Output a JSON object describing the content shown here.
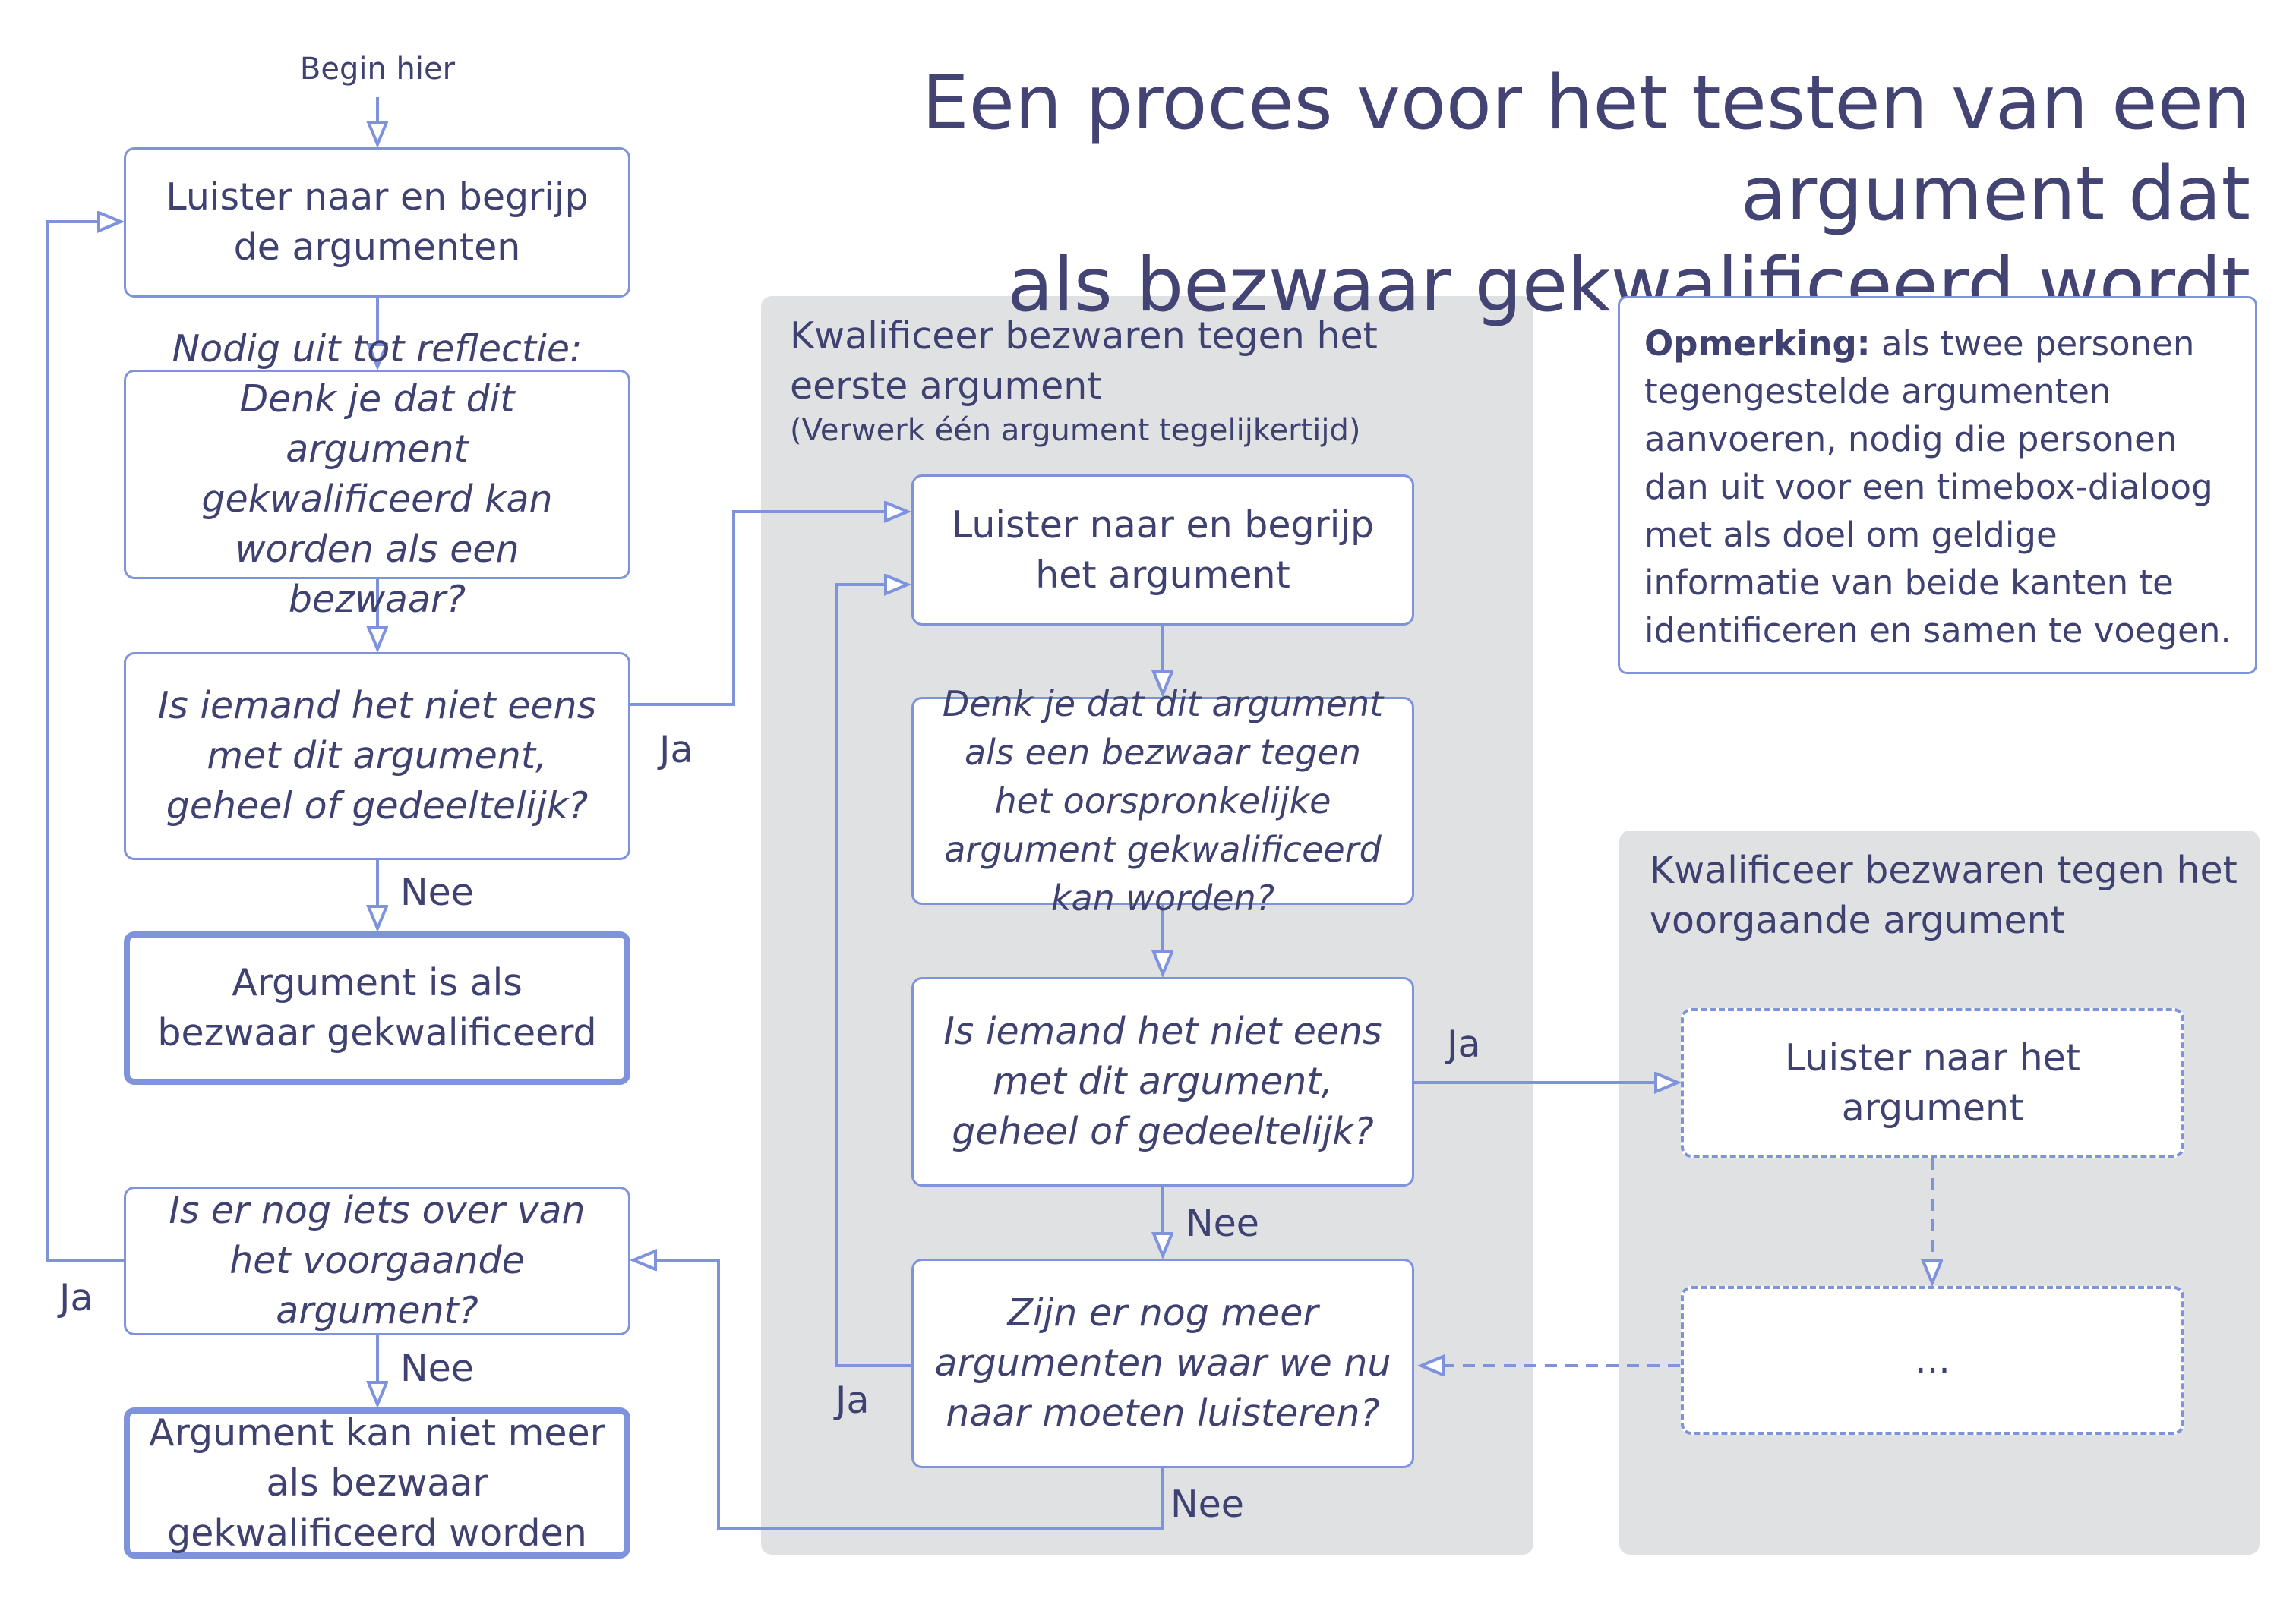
{
  "title": {
    "line1": "Een proces voor het testen van een argument dat",
    "line2": "als bezwaar gekwalificeerd wordt"
  },
  "start_label": "Begin hier",
  "left_column": {
    "listen": "Luister naar en begrijp de argumenten",
    "reflect": "Nodig uit tot reflectie: Denk je dat dit argument gekwalificeerd kan worden als een bezwaar?",
    "disagree": "Is iemand het niet eens met dit argument, geheel of gedeeltelijk?",
    "qualified": "Argument is als bezwaar gekwalificeerd",
    "remaining": "Is er nog iets over van het voorgaande argument?",
    "not_qualified": "Argument kan niet meer als bezwaar gekwalificeerd worden"
  },
  "middle_panel": {
    "title": "Kwalificeer bezwaren tegen het eerste argument",
    "subtitle": "(Verwerk één argument tegelijkertijd)",
    "listen": "Luister naar en begrijp het argument",
    "think": "Denk je dat dit argument als een bezwaar tegen het oorspronkelijke argument gekwalificeerd kan worden?",
    "disagree": "Is iemand het niet eens met dit argument, geheel of gedeeltelijk?",
    "more": "Zijn er nog meer argumenten waar we nu naar moeten luisteren?"
  },
  "right_panel": {
    "title": "Kwalificeer bezwaren tegen het voorgaande argument",
    "listen": "Luister naar het argument",
    "ellipsis": "..."
  },
  "note": {
    "bold": "Opmerking:",
    "text": " als twee personen tegengestelde argumenten aanvoeren, nodig die personen dan uit voor een timebox-dialoog met als doel om geldige informatie van beide kanten te identificeren en samen te voegen."
  },
  "edge_labels": {
    "yes": "Ja",
    "no": "Nee"
  },
  "colors": {
    "line": "#7f93dc",
    "panel": "#dfe1e3",
    "text": "#3f4170"
  }
}
